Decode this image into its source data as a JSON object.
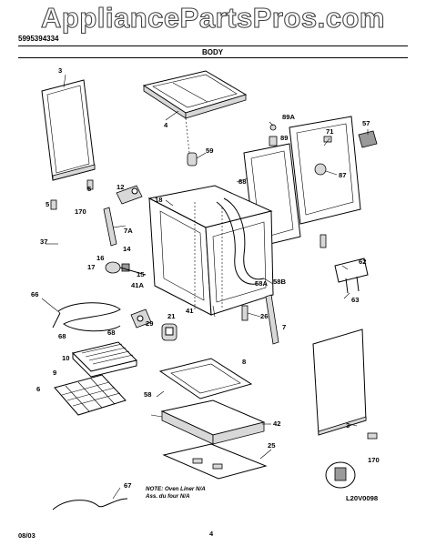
{
  "watermark": "AppliancePartsPros.com",
  "header": {
    "left_code": "5995394334",
    "section": "BODY"
  },
  "callouts": {
    "c3_top": "3",
    "c4": "4",
    "c89a": "89A",
    "c89": "89",
    "c71": "71",
    "c57": "57",
    "c87": "87",
    "c59": "59",
    "c88": "88",
    "c5": "5",
    "c5dash": "5",
    "c12": "12",
    "c18": "18",
    "c170_left": "170",
    "c7a": "7A",
    "c37": "37",
    "c16": "16",
    "c14": "14",
    "c17": "17",
    "c15": "15",
    "c41a": "41A",
    "c66": "66",
    "c62": "62",
    "c58a": "58A",
    "c58b": "58B",
    "c63": "63",
    "c41": "41",
    "c26": "26",
    "c7": "7",
    "c29": "29",
    "c21": "21",
    "c68_left": "68",
    "c68_right": "68",
    "c10": "10",
    "c9": "9",
    "c6": "6",
    "c8": "8",
    "c58": "58",
    "c42": "42",
    "c25": "25",
    "c3_bottom": "3",
    "c170_right": "170",
    "c67": "67"
  },
  "note": {
    "line1": "NOTE: Oven Liner N/A",
    "line2": "Ass. du four N/A"
  },
  "diagram_code": "L20V0098",
  "footer": {
    "date": "08/03",
    "page": "4"
  }
}
